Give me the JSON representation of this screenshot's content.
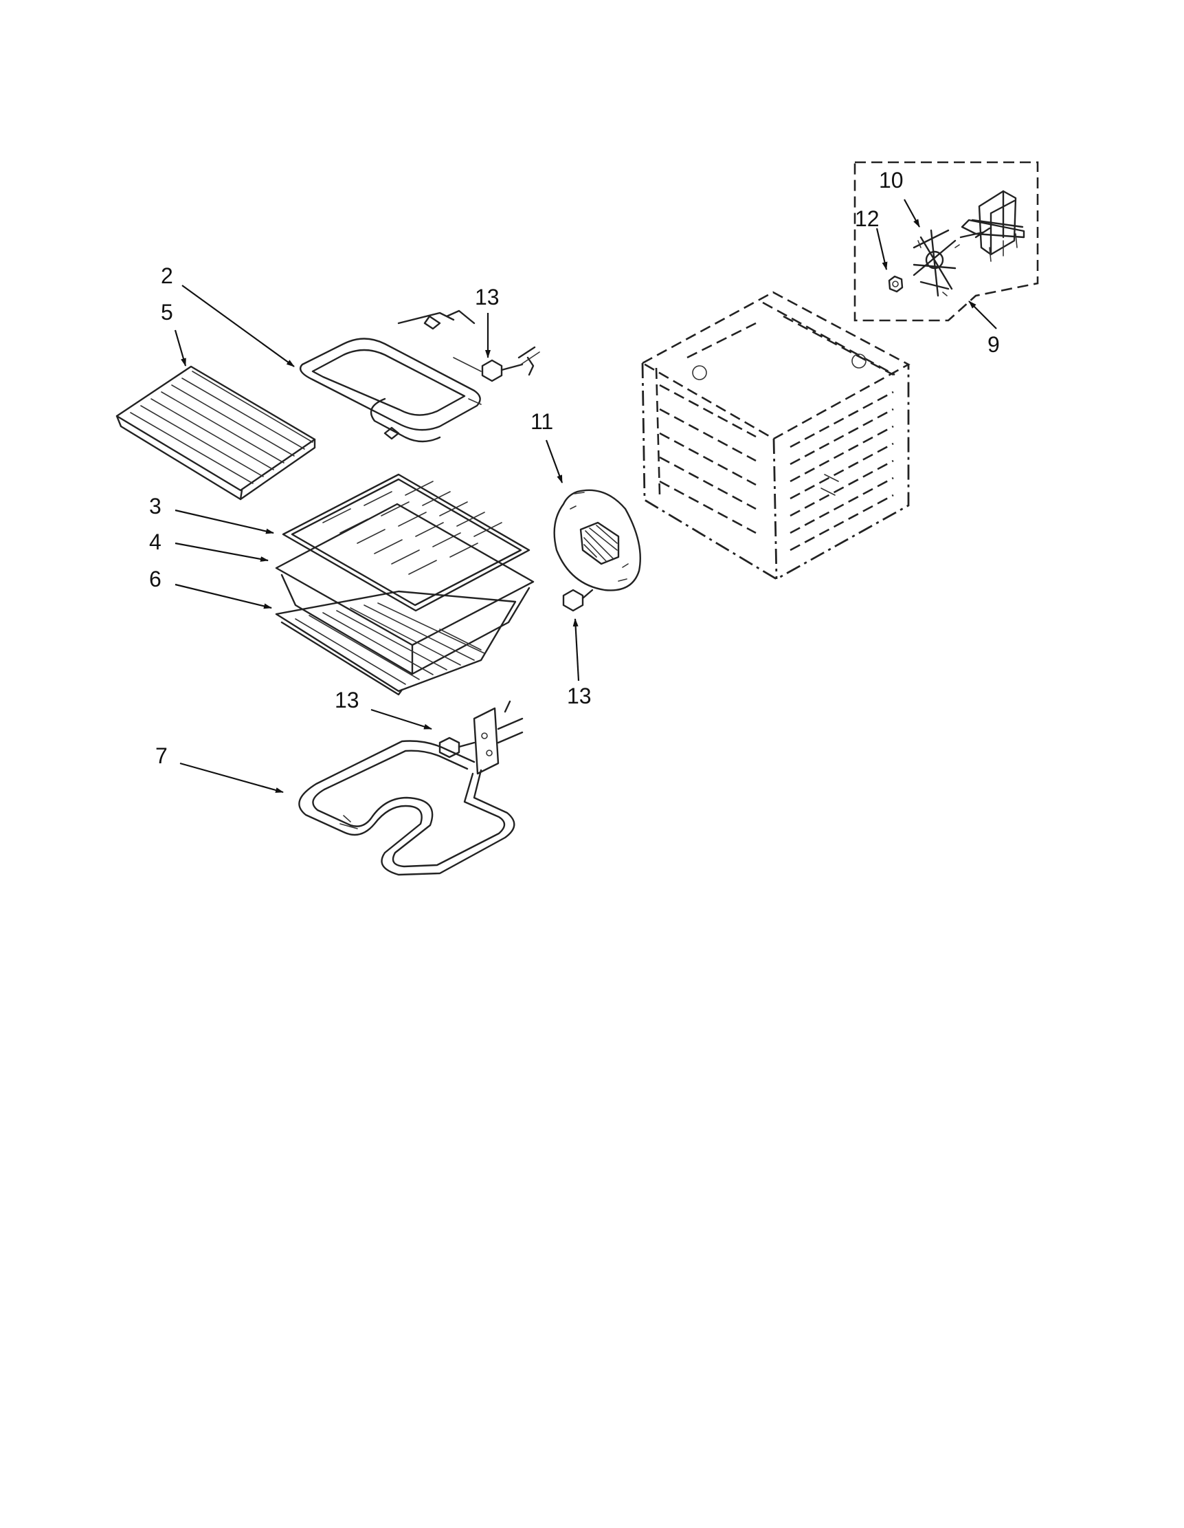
{
  "diagram": {
    "callouts": [
      {
        "id": "callout-2",
        "text": "2"
      },
      {
        "id": "callout-5",
        "text": "5"
      },
      {
        "id": "callout-13a",
        "text": "13"
      },
      {
        "id": "callout-3",
        "text": "3"
      },
      {
        "id": "callout-4",
        "text": "4"
      },
      {
        "id": "callout-6",
        "text": "6"
      },
      {
        "id": "callout-13b",
        "text": "13"
      },
      {
        "id": "callout-7",
        "text": "7"
      },
      {
        "id": "callout-11",
        "text": "11"
      },
      {
        "id": "callout-13c",
        "text": "13"
      },
      {
        "id": "callout-10",
        "text": "10"
      },
      {
        "id": "callout-12",
        "text": "12"
      },
      {
        "id": "callout-9",
        "text": "9"
      }
    ]
  }
}
